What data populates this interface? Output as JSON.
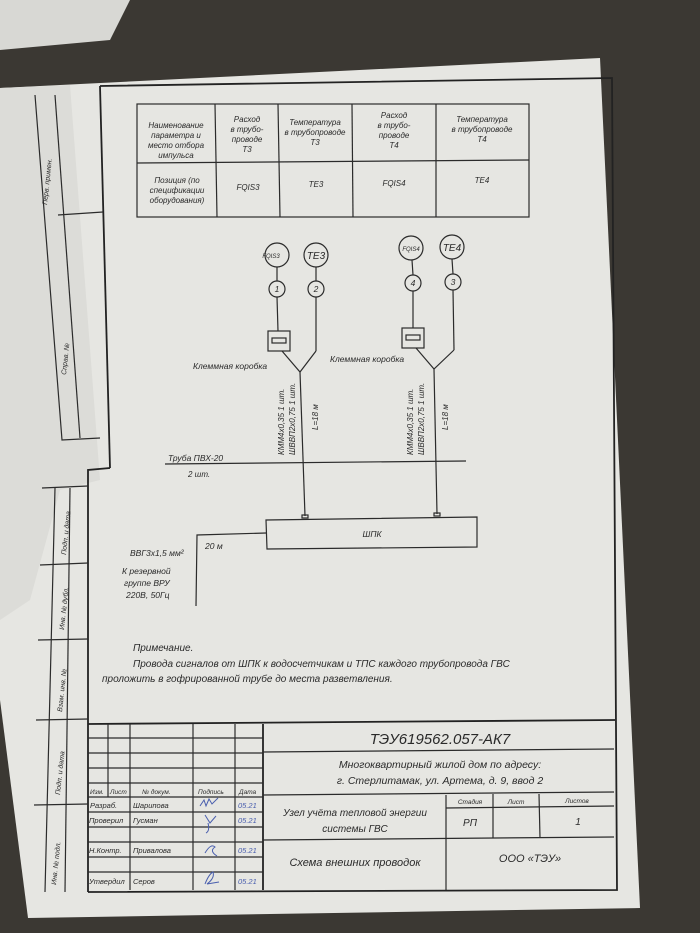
{
  "table": {
    "headers": [
      "Наименование параметра и место отбора импульса",
      "Расход в трубо- проводе Т3",
      "Температура в трубопроводе Т3",
      "Расход в трубо- проводе Т4",
      "Температура в трубопроводе Т4"
    ],
    "header_lines": [
      [
        "Наименование",
        "параметра и",
        "место отбора",
        "импульса"
      ],
      [
        "Расход",
        "в трубо-",
        "проводе",
        "Т3"
      ],
      [
        "Температура",
        "в трубопроводе",
        "Т3"
      ],
      [
        "Расход",
        "в трубо-",
        "проводе",
        "Т4"
      ],
      [
        "Температура",
        "в трубопроводе",
        "Т4"
      ]
    ],
    "row_label_lines": [
      "Позиция (по",
      "спецификации",
      "оборудования)"
    ],
    "positions": [
      "FQIS3",
      "TE3",
      "FQIS4",
      "TE4"
    ]
  },
  "diagram": {
    "instruments": [
      "FQIS3",
      "TE3",
      "FQIS4",
      "TE4"
    ],
    "numbers": [
      "1",
      "2",
      "4",
      "3"
    ],
    "junction_box_label": "Клеммная коробка",
    "cable_1": "КММ4х0,35 1 шт.",
    "cable_2": "ШВВП2х0,75 1 шт.",
    "length": "L=18 м",
    "pipe_label": "Труба ПВХ-20",
    "pipe_count": "2 шт.",
    "cabinet": "ШПК",
    "power_length": "20 м",
    "power_cable": "ВВГ3х1,5 мм²",
    "power_lines": [
      "К резервной",
      "группе ВРУ",
      "220В, 50Гц"
    ]
  },
  "note": {
    "title": "Примечание.",
    "line1": "Провода сигналов от ШПК к водосчетчикам и ТПС каждого трубопровода ГВС",
    "line2": "проложить в гофрированной трубе до места разветвления."
  },
  "side_stamps": [
    "Перв. примен.",
    "Справ. №",
    "Подп. и дата",
    "Инв. № дубл.",
    "Взам. инв. №",
    "Подп. и дата",
    "Инв. № подл."
  ],
  "title_block": {
    "doc_number": "ТЭУ619562.057-АК7",
    "address_1": "Многоквартирный жилой дом по адресу:",
    "address_2": "г. Стерлитамак, ул. Артема, д. 9, ввод 2",
    "col_headers": [
      "Изм.",
      "Лист",
      "№ докум.",
      "Подпись",
      "Дата"
    ],
    "people": [
      {
        "role": "Разраб.",
        "name": "Шарипова",
        "date": "05.21"
      },
      {
        "role": "Проверил",
        "name": "Гусман",
        "date": "05.21"
      },
      {
        "role": "Н.Контр.",
        "name": "Привалова",
        "date": "05.21"
      },
      {
        "role": "Утвердил",
        "name": "Серов",
        "date": "05.21"
      }
    ],
    "object_1": "Узел учёта тепловой энергии",
    "object_2": "системы ГВС",
    "stage_label": "Стадия",
    "sheet_label": "Лист",
    "sheets_label": "Листов",
    "stage": "РП",
    "sheet": "",
    "sheets": "1",
    "drawing_name": "Схема внешних проводок",
    "company": "ООО «ТЭУ»"
  }
}
